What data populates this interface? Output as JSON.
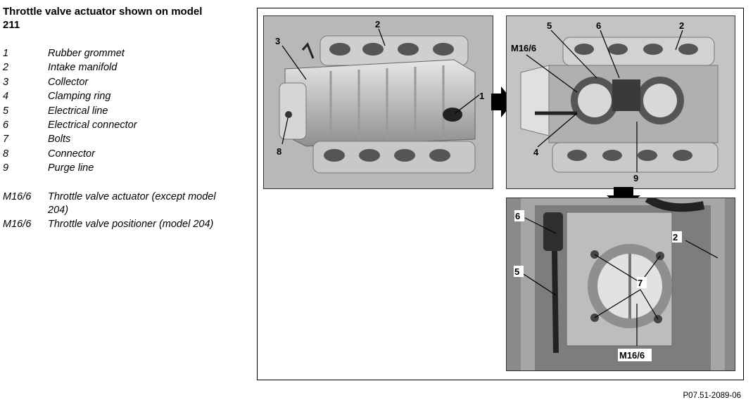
{
  "title": "Throttle valve actuator shown on model 211",
  "legend": [
    {
      "num": "1",
      "text": "Rubber grommet"
    },
    {
      "num": "2",
      "text": "Intake manifold"
    },
    {
      "num": "3",
      "text": "Collector"
    },
    {
      "num": "4",
      "text": "Clamping ring"
    },
    {
      "num": "5",
      "text": "Electrical line"
    },
    {
      "num": "6",
      "text": "Electrical connector"
    },
    {
      "num": "7",
      "text": "Bolts"
    },
    {
      "num": "8",
      "text": "Connector"
    },
    {
      "num": "9",
      "text": "Purge line"
    }
  ],
  "legend_extra": [
    {
      "num": "M16/6",
      "text": "Throttle valve actuator (except model 204)"
    },
    {
      "num": "M16/6",
      "text": "Throttle valve positioner (model 204)"
    }
  ],
  "callouts": {
    "photo1": [
      "2",
      "3",
      "1",
      "8"
    ],
    "photo2": [
      "5",
      "6",
      "2",
      "M16/6",
      "4",
      "9"
    ],
    "photo3": [
      "6",
      "2",
      "5",
      "7",
      "M16/6"
    ]
  },
  "figure_code": "P07.51-2089-06"
}
